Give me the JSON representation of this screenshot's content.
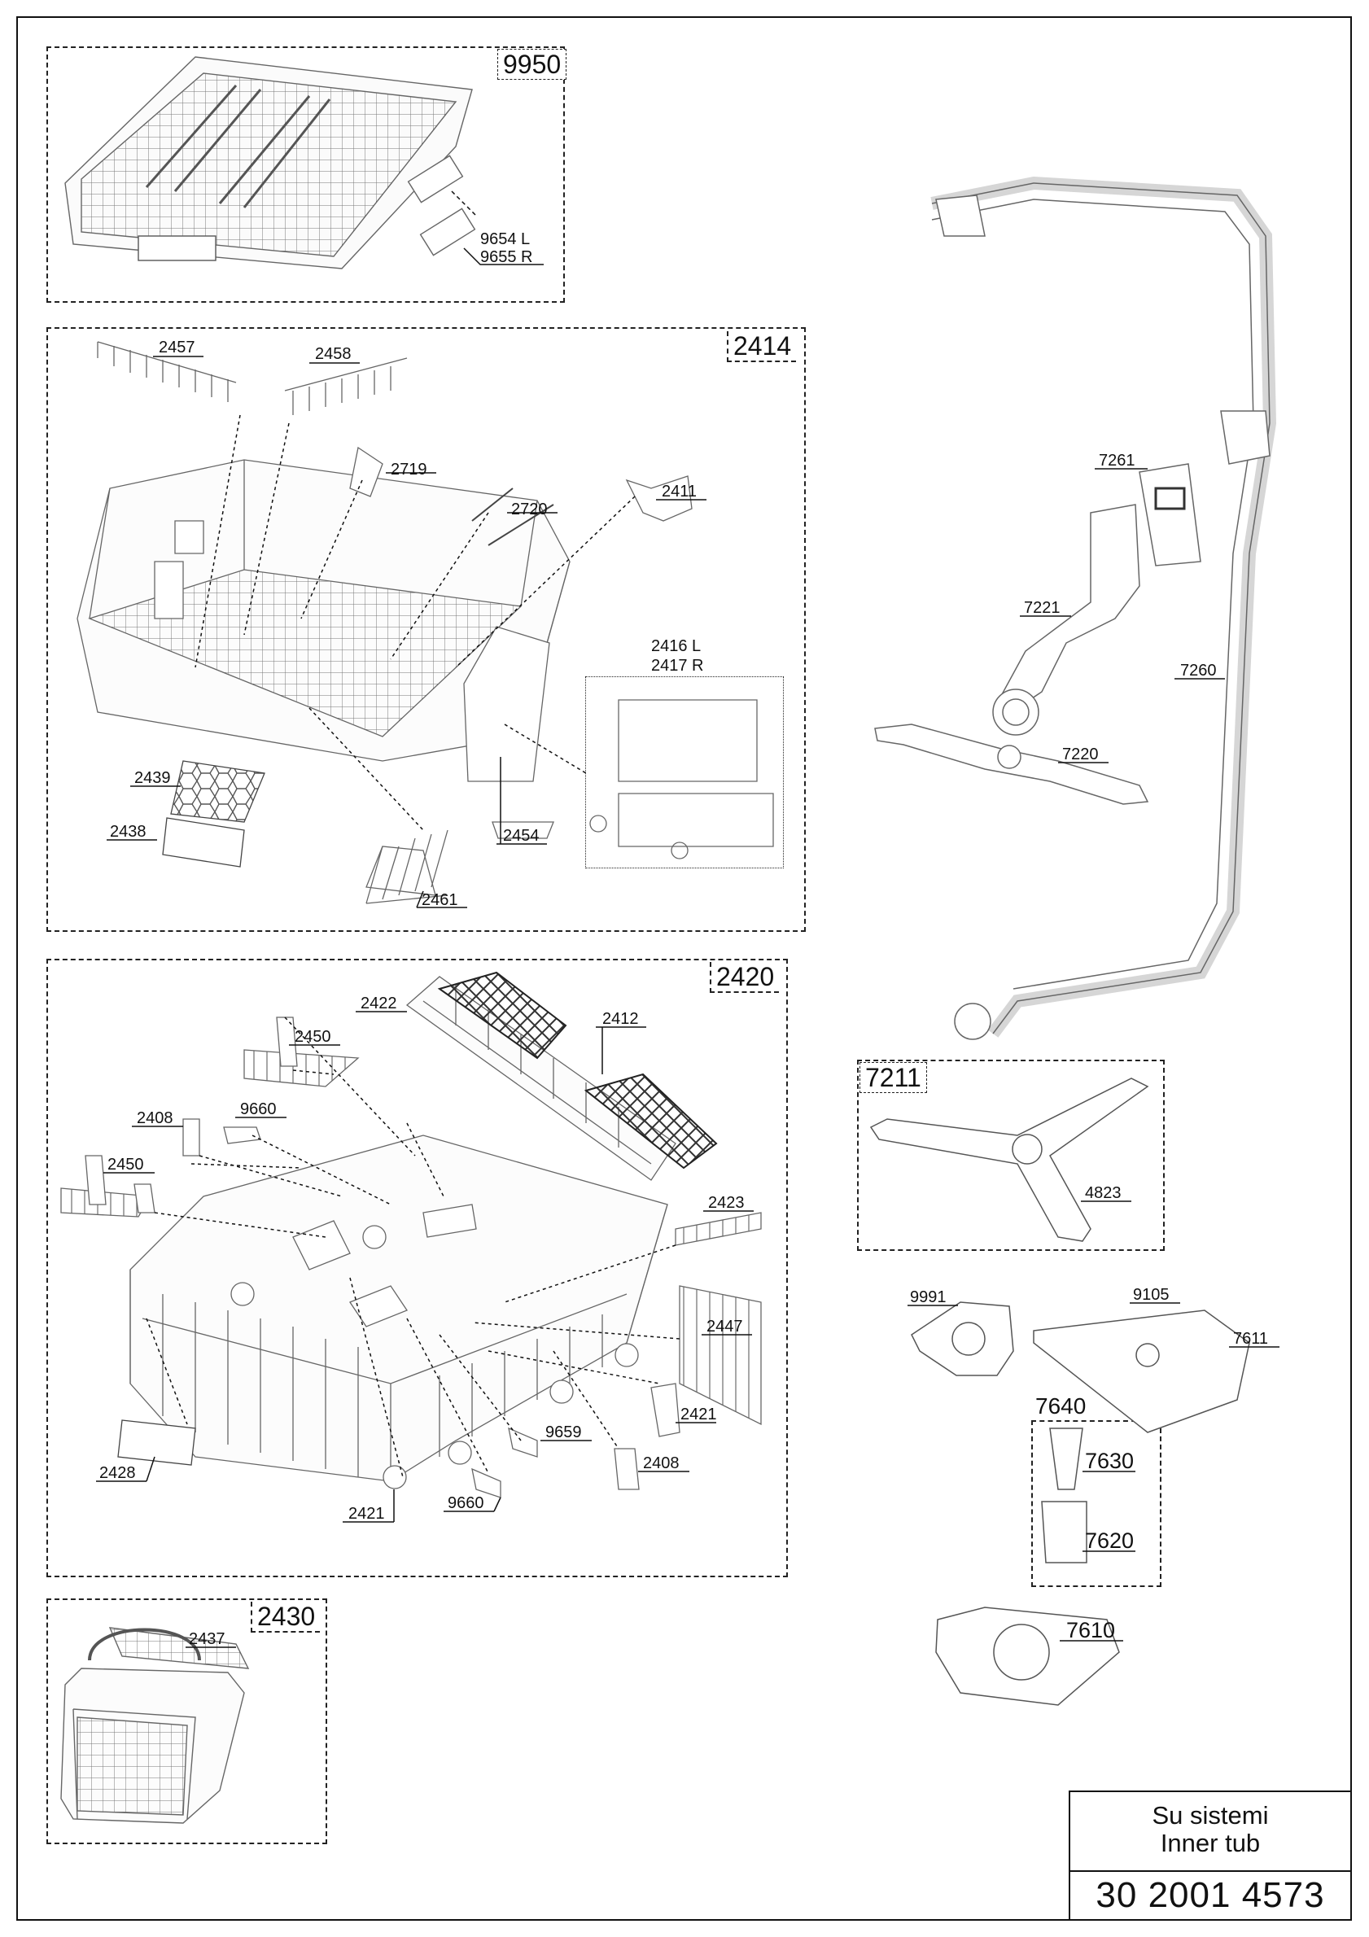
{
  "title": {
    "line1": "Su sistemi",
    "line2": "Inner tub",
    "code": "30 2001 4573"
  },
  "groups": {
    "g9950": "9950",
    "g2414": "2414",
    "g2420": "2420",
    "g7211": "7211",
    "g2430": "2430",
    "g7640": "7640"
  },
  "parts": {
    "p9654": "9654 L",
    "p9655": "9655 R",
    "p2457": "2457",
    "p2458": "2458",
    "p2719": "2719",
    "p2720": "2720",
    "p2411": "2411",
    "p2416": "2416 L",
    "p2417": "2417 R",
    "p2439": "2439",
    "p2438": "2438",
    "p2454": "2454",
    "p2461": "2461",
    "p2422": "2422",
    "p2412": "2412",
    "p2450a": "2450",
    "p9660a": "9660",
    "p2408a": "2408",
    "p2450b": "2450",
    "p2423": "2423",
    "p2447": "2447",
    "p2421a": "2421",
    "p9659": "9659",
    "p2408b": "2408",
    "p2428": "2428",
    "p2421b": "2421",
    "p9660b": "9660",
    "p2437": "2437",
    "p7261": "7261",
    "p7221": "7221",
    "p7260": "7260",
    "p7220": "7220",
    "p4823": "4823",
    "p9991": "9991",
    "p9105": "9105",
    "p7611": "7611",
    "p7630": "7630",
    "p7620": "7620",
    "p7610": "7610"
  }
}
